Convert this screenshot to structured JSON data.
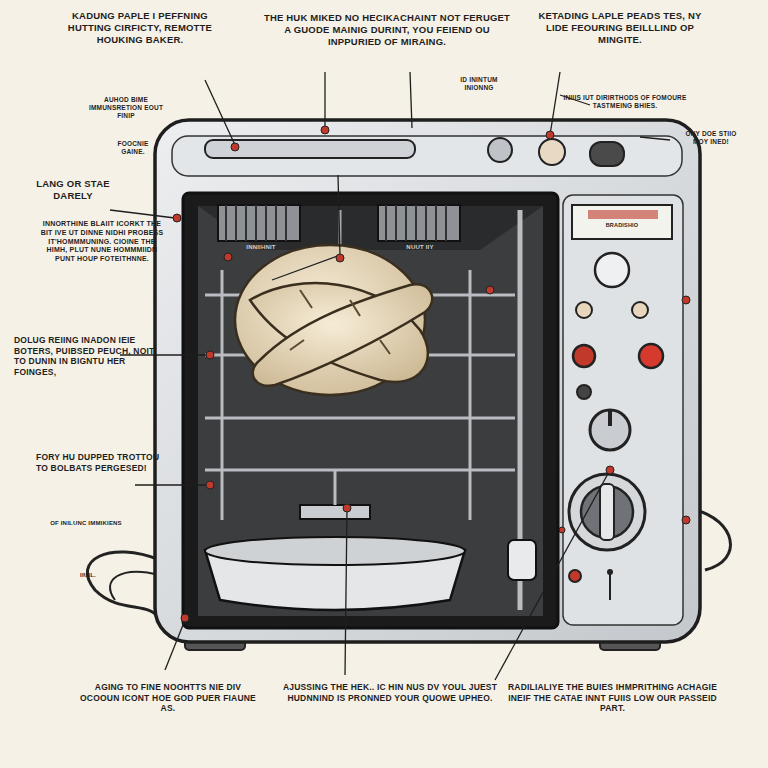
{
  "diagram": {
    "labels": [
      "KADUNG PAPLE I PEFFNING HUTTING CIRFICTY, REMOTTE HOUKING BAKER.",
      "THE HUK MIKED NO HECIKACHAINT NOT FERUGET A GUODE MAINIG DURINT, YOU FEIEND OU INPPURIED OF MIRAING.",
      "KETADING LAPLE PEADS TES, NY LIDE FEOURING BEILLLIND OP MINGITE.",
      "AUHOD BIME IMMUNSRETION EOUT FINIP",
      "FOOCNIE GAINE.",
      "ID ININTUM INIONNG",
      "INIIIS IUT DIRIRTHODS OF FOMOURE TASTMEING BHIES.",
      "ONY DOE STIIO MOY INED!",
      "LANG OR STAE DARELY",
      "INNORTHINE BLAIIT ICORKT THE BIT IVE UT DINNE NIDHI PROBESS IT'HOMMMUNING. CIOINE THE HIMH, PLUT NUNE HOMMMIIDN PUNT HOUP FOTEITHNNE.",
      "DOLUG REIING INADON IEIE BOTERS, PUIBSED PEUCH, NOIT TO DUNIN IN BIGNTU HER FOINGES,",
      "FORY HU DUPPED TROTTOU TO BOLBATS PERGESED!",
      "OF INILUNC IMMIKIENS",
      "IIUIL.",
      "INNIIHNIT",
      "NUUT IIY",
      "BRADISHIO",
      "AGING TO FINE NOOHTTS NIE DIV OCOOUN ICONT HOE GOD PUER FIAUNE AS.",
      "AJUSSING THE HEK.. IC HIN NUS DV YOUL JUEST HUDNNIND IS PRONNED YOUR QUOWE UPHEO.",
      "RADILIALIYE THE BUIES IHMPRITHING ACHAGIE INEIF THE CATAE INNT FUIIS LOW OUR PASSEID PART."
    ]
  }
}
